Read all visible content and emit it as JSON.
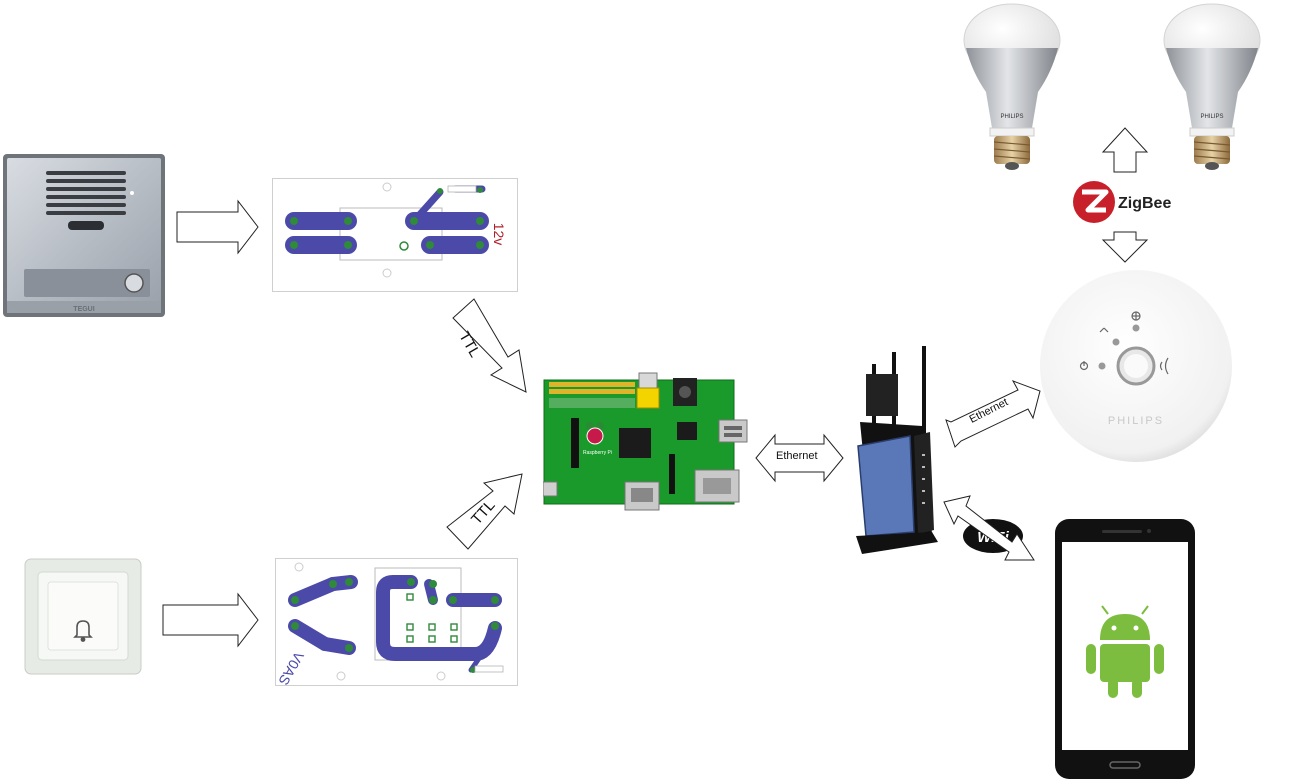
{
  "labels": {
    "pcb1_voltage": "12v",
    "pcb2_voltage": "V0AS",
    "ttl_top": "TTL",
    "ttl_bottom": "TTL",
    "ethernet_pi_router": "Ethernet",
    "ethernet_router_hub": "Ethernet",
    "zigbee": "ZigBee",
    "wifi": "WiFi",
    "bulb_brand_left": "PHILIPS",
    "bulb_brand_right": "PHILIPS",
    "hub_brand": "PHILIPS",
    "intercom_brand": "TEGUI",
    "pi_brand": "Raspberry Pi"
  },
  "colors": {
    "trace": "#4b4aa8",
    "pad": "#2f8a3a",
    "pcb_green": "#1a9a2a",
    "android": "#7cbd3f",
    "zigbee_red": "#c8202a",
    "router_blue": "#5a78b8"
  },
  "icons": [
    "intercom-panel",
    "doorbell-button",
    "raspberry-pi-board",
    "router",
    "philips-bulb",
    "zigbee-logo",
    "philips-hue-bridge",
    "wifi-logo",
    "android-phone"
  ]
}
